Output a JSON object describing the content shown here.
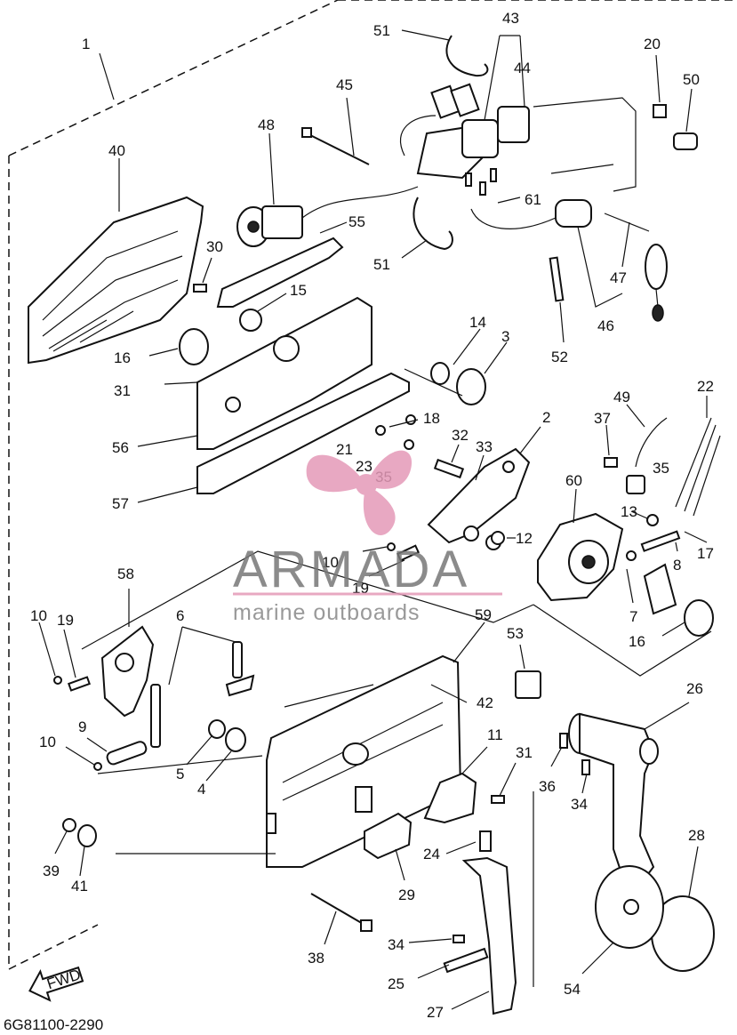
{
  "callouts": [
    "1",
    "40",
    "48",
    "45",
    "51",
    "43",
    "44",
    "20",
    "50",
    "61",
    "55",
    "51",
    "47",
    "46",
    "52",
    "30",
    "15",
    "16",
    "31",
    "14",
    "3",
    "56",
    "57",
    "18",
    "21",
    "23",
    "35",
    "32",
    "33",
    "2",
    "37",
    "49",
    "22",
    "35",
    "60",
    "13",
    "12",
    "10",
    "19",
    "8",
    "17",
    "7",
    "16",
    "58",
    "6",
    "10",
    "19",
    "10",
    "9",
    "5",
    "4",
    "59",
    "53",
    "42",
    "26",
    "11",
    "31",
    "36",
    "34",
    "28",
    "24",
    "39",
    "41",
    "29",
    "38",
    "34",
    "25",
    "27",
    "54"
  ],
  "watermark": {
    "brand": "ARMADA",
    "tagline": "marine outboards",
    "color": "#e59ab8"
  },
  "footer": {
    "part_code": "6G81100-2290",
    "fwd_label": "FWD"
  }
}
